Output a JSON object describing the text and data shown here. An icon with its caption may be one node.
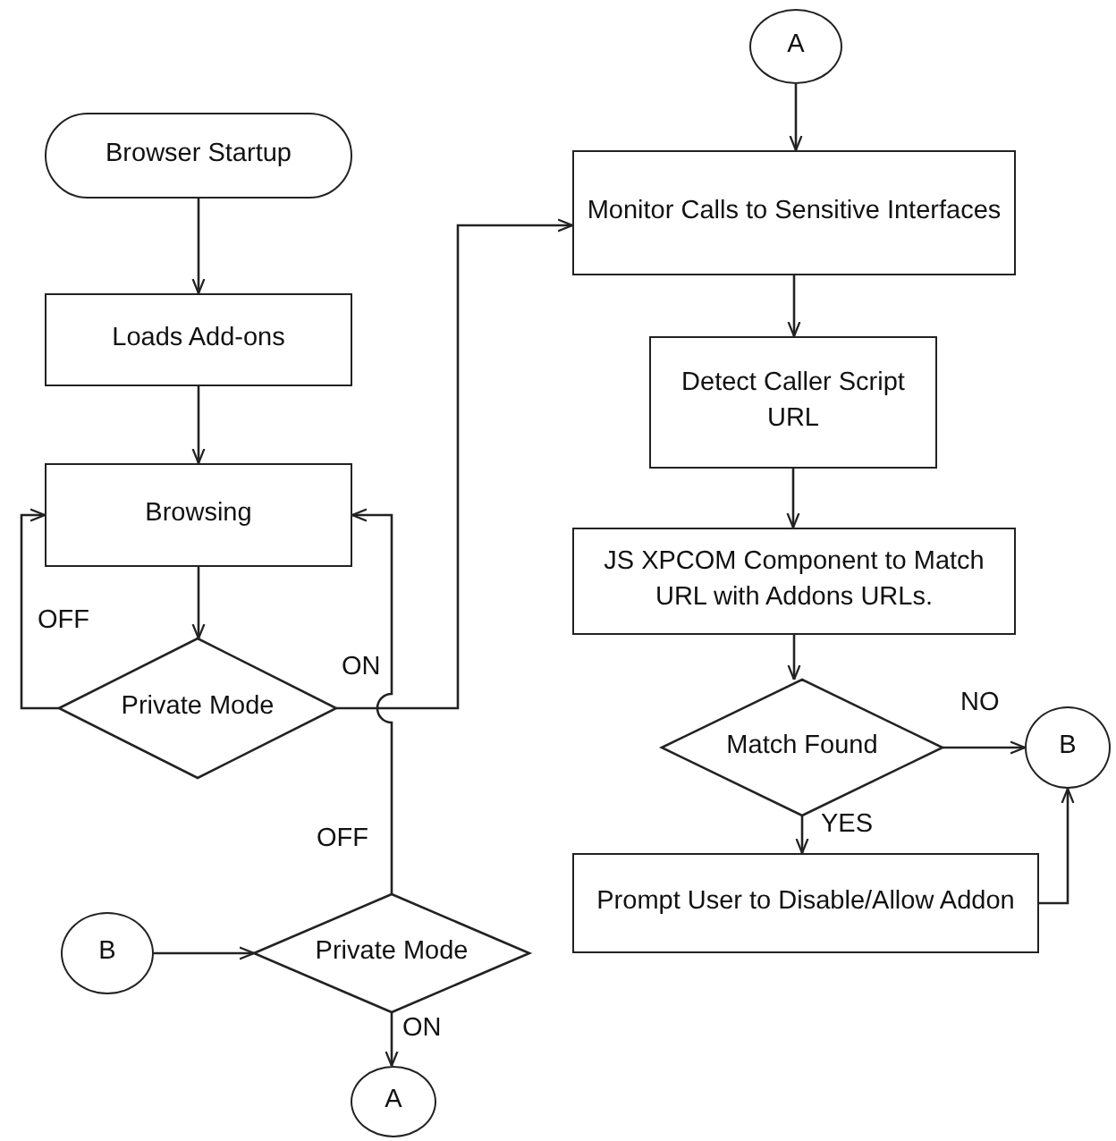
{
  "diagram": {
    "nodes": [
      {
        "text": [
          "Browser Startup"
        ]
      },
      {
        "text": [
          "Loads Add-ons"
        ]
      },
      {
        "text": [
          "Browsing"
        ]
      },
      {
        "text": [
          "Private Mode"
        ]
      },
      {
        "text": [
          "B"
        ]
      },
      {
        "text": [
          "Private Mode"
        ]
      },
      {
        "text": [
          "A"
        ]
      },
      {
        "text": [
          "A"
        ]
      },
      {
        "text": [
          "Monitor Calls to Sensitive Interfaces"
        ]
      },
      {
        "text": [
          "Detect Caller Script URL"
        ]
      },
      {
        "text": [
          "JS XPCOM Component to Match URL with Addons URLs."
        ]
      },
      {
        "text": [
          "Match Found"
        ]
      },
      {
        "text": [
          "B"
        ]
      },
      {
        "text": [
          "Prompt User to Disable/Allow Addon"
        ]
      }
    ],
    "edges": [
      {
        "from": 0,
        "to": 1,
        "arrow": "to"
      },
      {
        "from": 1,
        "to": 2,
        "arrow": "to"
      },
      {
        "from": 2,
        "to": 3,
        "arrow": "to"
      },
      {
        "from": 3,
        "to": 2,
        "arrow": "to",
        "label": "OFF"
      },
      {
        "from": 3,
        "to": 8,
        "arrow": "to",
        "label": "ON"
      },
      {
        "from": 4,
        "to": 5,
        "arrow": "to"
      },
      {
        "from": 5,
        "to": 2,
        "arrow": "to",
        "label": "OFF"
      },
      {
        "from": 5,
        "to": 6,
        "arrow": "to",
        "label": "ON"
      },
      {
        "from": 7,
        "to": 8,
        "arrow": "to"
      },
      {
        "from": 8,
        "to": 9,
        "arrow": "to"
      },
      {
        "from": 9,
        "to": 10,
        "arrow": "to"
      },
      {
        "from": 10,
        "to": 11,
        "arrow": "to"
      },
      {
        "from": 11,
        "to": 12,
        "arrow": "to",
        "label": "NO"
      },
      {
        "from": 11,
        "to": 13,
        "arrow": "to",
        "label": "YES"
      },
      {
        "from": 13,
        "to": 12,
        "arrow": "to"
      }
    ]
  }
}
